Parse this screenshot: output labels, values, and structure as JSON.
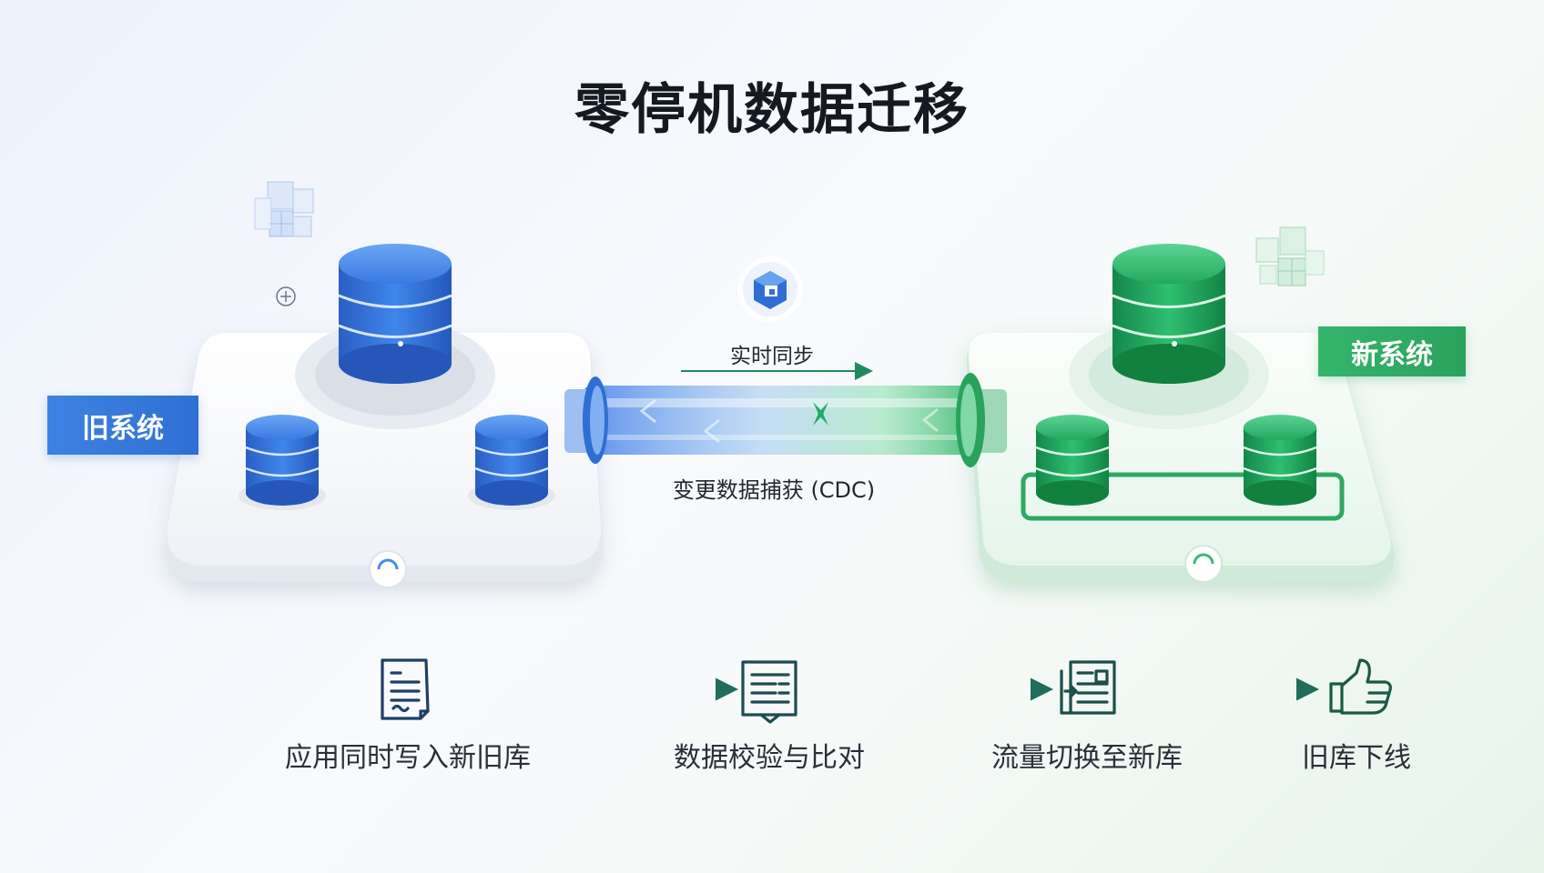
{
  "title": "零停机数据迁移",
  "old_system_label": "旧系统",
  "new_system_label": "新系统",
  "sync_label": "实时同步",
  "cdc_label": "变更数据捕获 (CDC)",
  "steps": [
    {
      "label": "应用同时写入新旧库",
      "icon": "document-icon"
    },
    {
      "label": "数据校验与比对",
      "icon": "checklist-icon"
    },
    {
      "label": "流量切换至新库",
      "icon": "switch-document-icon"
    },
    {
      "label": "旧库下线",
      "icon": "thumbs-up-icon"
    }
  ],
  "colors": {
    "old_blue": "#2f6fd4",
    "new_green": "#2aa25c",
    "title": "#151a22",
    "navy_icon": "#1f3f66"
  }
}
